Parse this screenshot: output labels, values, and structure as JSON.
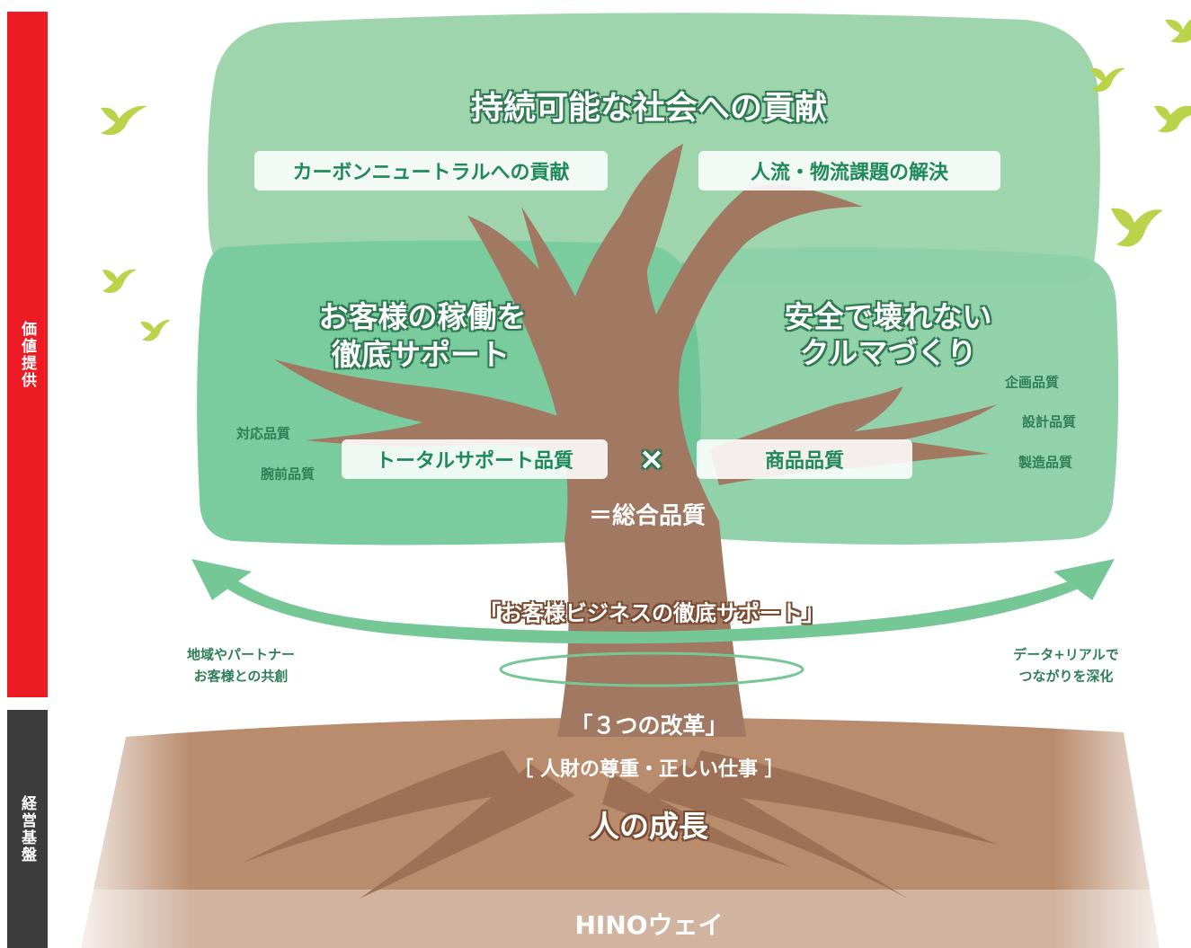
{
  "sidebar": {
    "value_label": "価値提供",
    "base_label": "経営基盤"
  },
  "crown": {
    "title": "持続可能な社会への貢献",
    "box_left": "カーボンニュートラルへの貢献",
    "box_right": "人流・物流課題の解決"
  },
  "left_canopy": {
    "title_line1": "お客様の稼働を",
    "title_line2": "徹底サポート",
    "sub1": "対応品質",
    "sub2": "腕前品質",
    "box": "トータルサポート品質"
  },
  "right_canopy": {
    "title_line1": "安全で壊れない",
    "title_line2": "クルマづくり",
    "sub1": "企画品質",
    "sub2": "設計品質",
    "sub3": "製造品質",
    "box": "商品品質"
  },
  "center": {
    "times": "×",
    "total": "＝総合品質"
  },
  "arrow": {
    "label": "「お客様ビジネスの徹底サポート」",
    "left_line1": "地域やパートナー",
    "left_line2": "お客様との共創",
    "right_line1": "データ+リアルで",
    "right_line2": "つながりを深化"
  },
  "roots": {
    "reform": "「３つの改革」",
    "reform_sub": "［ 人財の尊重・正しい仕事 ］",
    "growth": "人の成長",
    "way": "HINOウェイ"
  },
  "colors": {
    "red": "#ed1c24",
    "dark": "#3c3c3c",
    "green_light": "#99d3a7",
    "green_mid": "#72c69a",
    "trunk": "#a17862",
    "soil": "#b98c6e",
    "bird": "#b9d34a"
  }
}
